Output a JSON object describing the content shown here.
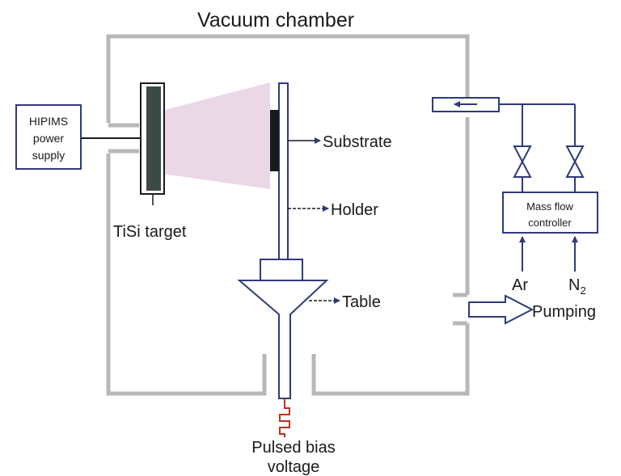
{
  "diagram": {
    "title": "Vacuum chamber",
    "labels": {
      "power_supply_line1": "HIPIMS",
      "power_supply_line2": "power",
      "power_supply_line3": "supply",
      "target": "TiSi target",
      "substrate": "Substrate",
      "holder": "Holder",
      "table": "Table",
      "bias_line1": "Pulsed bias",
      "bias_line2": "voltage",
      "mfc_line1": "Mass flow",
      "mfc_line2": "controller",
      "gas_ar": "Ar",
      "gas_n": "N",
      "gas_n_sub": "2",
      "pumping": "Pumping"
    },
    "colors": {
      "chamber_wall": "#b8b8b8",
      "line": "#2f3a7a",
      "plasma": "#ead8e6",
      "target": "#3c4a46",
      "substrate": "#1a1a1a",
      "bias_wire": "#c03020"
    }
  }
}
